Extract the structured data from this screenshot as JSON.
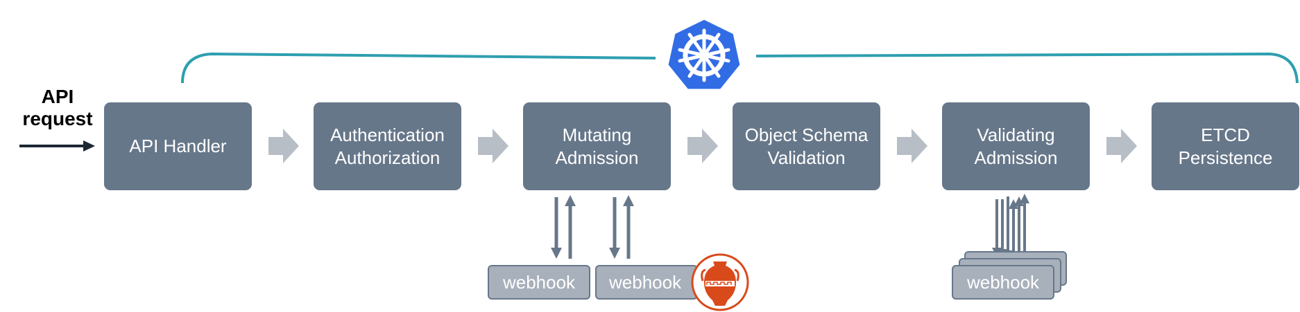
{
  "diagram": {
    "input_label": [
      "API",
      "request"
    ],
    "stages": [
      {
        "lines": [
          "API Handler"
        ]
      },
      {
        "lines": [
          "Authentication",
          "Authorization"
        ]
      },
      {
        "lines": [
          "Mutating",
          "Admission"
        ]
      },
      {
        "lines": [
          "Object Schema",
          "Validation"
        ]
      },
      {
        "lines": [
          "Validating",
          "Admission"
        ]
      },
      {
        "lines": [
          "ETCD",
          "Persistence"
        ]
      }
    ],
    "webhooks": {
      "mutating_1": "webhook",
      "mutating_2": "webhook",
      "validating": "webhook"
    },
    "icons": {
      "top_logo": "kubernetes-helm-wheel-icon",
      "webhook_logo": "amphora-icon"
    },
    "colors": {
      "stage_fill": "#67778a",
      "webhook_fill": "#a7b0bb",
      "flow_arrow": "#b7bec6",
      "bracket": "#2e9fb0",
      "kubernetes_blue": "#326ce5",
      "amphora_orange": "#d94a1b"
    }
  }
}
